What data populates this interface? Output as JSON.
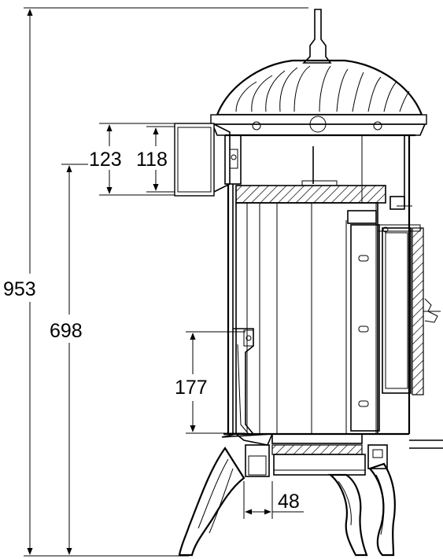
{
  "dimensions": {
    "total_height": "953",
    "body_height": "698",
    "flue_outer": "123",
    "flue_inner": "118",
    "inlet_height": "177",
    "leg_offset": "48"
  }
}
